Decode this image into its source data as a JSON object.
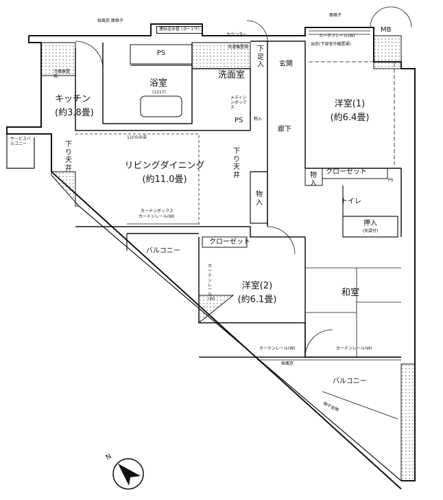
{
  "title": "Apartment floor plan",
  "rooms": {
    "kitchen": {
      "name": "キッチン",
      "size": "(約3.8畳)"
    },
    "bath": {
      "name": "浴室",
      "size": "(1317)"
    },
    "washroom": {
      "name": "洗面室"
    },
    "entrance": {
      "name": "玄関"
    },
    "shoe_box": {
      "name": "下足入"
    },
    "western1": {
      "name": "洋室(1)",
      "size": "(約6.4畳)"
    },
    "hallway": {
      "name": "廊下"
    },
    "living": {
      "name": "リビングダイニング",
      "size": "(約11.0畳)"
    },
    "western2": {
      "name": "洋室(2)",
      "size": "(約6.1畳)"
    },
    "japanese": {
      "name": "和室"
    },
    "toilet": {
      "name": "トイレ"
    },
    "closet_oshiire": {
      "name": "押入",
      "note": "(天袋付)"
    },
    "closet1": {
      "name": "クローゼット"
    },
    "closet2": {
      "name": "クローゼット"
    },
    "storage1": {
      "name": "物入"
    },
    "storage2": {
      "name": "物入"
    },
    "storage3": {
      "name": "物入"
    },
    "balcony_mid": {
      "name": "バルコニー"
    },
    "balcony_main": {
      "name": "バルコニー"
    },
    "service_balcony": {
      "name": "サービスバルコニー"
    }
  },
  "labels": {
    "ps1": "PS",
    "ps2": "PS",
    "ps3": "PS",
    "mb": "MB",
    "window_grille_top": "採風窓 面格子",
    "standpipe": "連結送水管 (ヨー1°F)",
    "fridge": "冷蔵庫置場",
    "washer": "洗濯機置場",
    "counter": "カウンター",
    "grille": "面格子",
    "curtain_rail_top": "カーテンレール(W)",
    "bay_window": "出窓(下部室外機置場)",
    "lowered_ceiling1": "下り天井",
    "lowered_ceiling2": "下り天井",
    "beam_note": "11Fのみ梁",
    "curtain_box": "カーテンボックス",
    "curtain_rail_living": "カーテンレール(W)",
    "curtain_rail_w2": "カーテンレール(W)",
    "curtain_rail_jp": "カーテンレール(W)",
    "curtain_rail_side": "カーテンレール(W)",
    "medicine_box": "メディシンボックス",
    "clothes_hardware": "物干金物",
    "window_bottom": "採風窓",
    "compass": "N"
  }
}
